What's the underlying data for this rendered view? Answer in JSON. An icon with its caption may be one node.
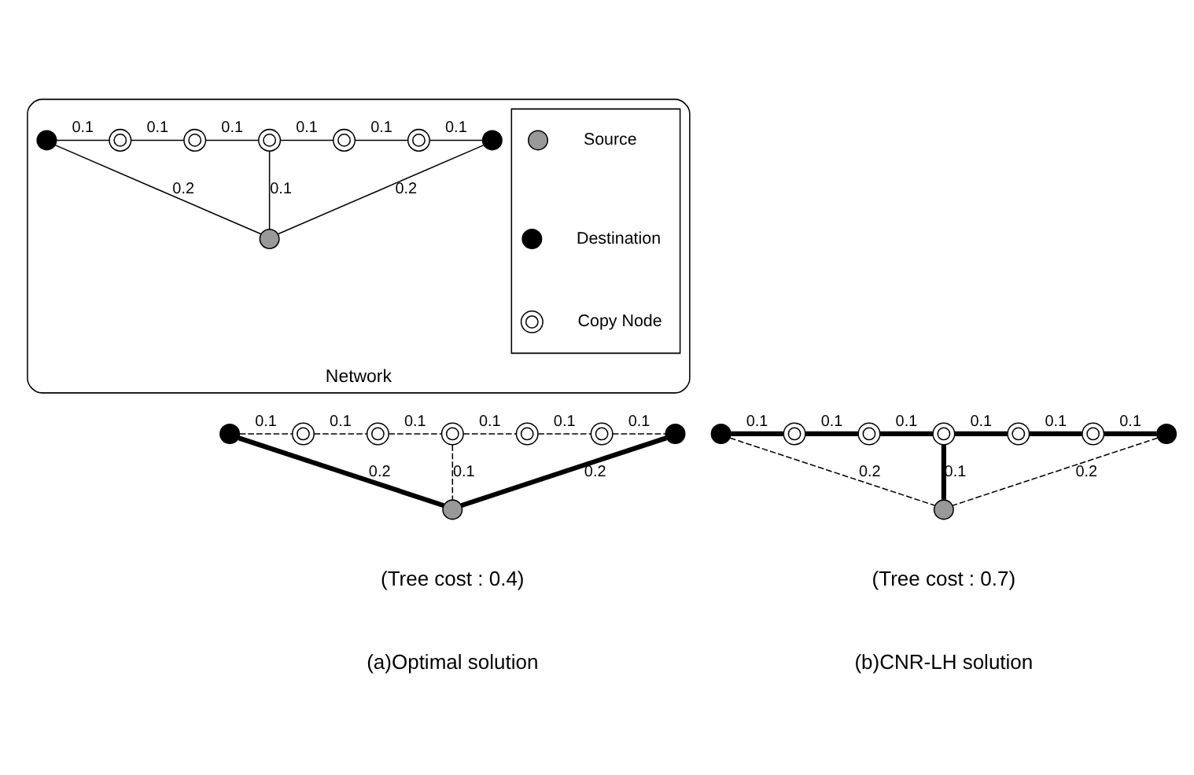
{
  "diagram": {
    "nodes": [
      {
        "text": [
          "Network"
        ]
      },
      {
        "text": [],
        "shape": "circle",
        "in": 0
      },
      {
        "text": [],
        "shape": "circle",
        "in": 0
      },
      {
        "text": [],
        "shape": "circle",
        "in": 0
      },
      {
        "text": [],
        "shape": "circle",
        "in": 0
      },
      {
        "text": [],
        "shape": "circle",
        "in": 0
      },
      {
        "text": [],
        "shape": "circle",
        "in": 0
      },
      {
        "text": [],
        "shape": "circle",
        "in": 0
      },
      {
        "text": [],
        "shape": "circle",
        "in": 0
      },
      {
        "text": [],
        "shape": "circle"
      },
      {
        "text": [],
        "shape": "circle"
      },
      {
        "text": [],
        "shape": "circle"
      },
      {
        "text": [],
        "shape": "circle"
      },
      {
        "text": [],
        "shape": "circle"
      },
      {
        "text": [],
        "shape": "circle"
      },
      {
        "text": [],
        "shape": "circle"
      },
      {
        "text": [],
        "shape": "circle"
      },
      {
        "text": [],
        "shape": "circle"
      },
      {
        "text": [],
        "shape": "circle"
      },
      {
        "text": [],
        "shape": "circle"
      },
      {
        "text": [],
        "shape": "circle"
      },
      {
        "text": [],
        "shape": "circle"
      },
      {
        "text": [],
        "shape": "circle"
      },
      {
        "text": [],
        "shape": "circle"
      },
      {
        "text": [],
        "shape": "circle"
      },
      {
        "text": [],
        "shape": "box",
        "in": 0
      },
      {
        "text": [],
        "shape": "circle",
        "in": 25
      },
      {
        "text": [],
        "shape": "circle",
        "in": 25
      },
      {
        "text": [],
        "shape": "circle",
        "in": 25
      }
    ],
    "edges": [
      {
        "from": 1,
        "to": 2,
        "arrow": "none",
        "label": "0.1"
      },
      {
        "from": 2,
        "to": 3,
        "arrow": "none",
        "label": "0.1"
      },
      {
        "from": 3,
        "to": 4,
        "arrow": "none",
        "label": "0.1"
      },
      {
        "from": 4,
        "to": 5,
        "arrow": "none",
        "label": "0.1"
      },
      {
        "from": 5,
        "to": 6,
        "arrow": "none",
        "label": "0.1"
      },
      {
        "from": 6,
        "to": 7,
        "arrow": "none",
        "label": "0.1"
      },
      {
        "from": 4,
        "to": 8,
        "arrow": "none",
        "label": "0.1"
      },
      {
        "from": 1,
        "to": 8,
        "arrow": "none",
        "label": "0.2"
      },
      {
        "from": 7,
        "to": 8,
        "arrow": "none",
        "label": "0.2"
      },
      {
        "from": 9,
        "to": 10,
        "arrow": "none",
        "label": "0.1",
        "style": "dashed"
      },
      {
        "from": 10,
        "to": 11,
        "arrow": "none",
        "label": "0.1",
        "style": "dashed"
      },
      {
        "from": 11,
        "to": 12,
        "arrow": "none",
        "label": "0.1",
        "style": "dashed"
      },
      {
        "from": 12,
        "to": 13,
        "arrow": "none",
        "label": "0.1",
        "style": "dashed"
      },
      {
        "from": 13,
        "to": 14,
        "arrow": "none",
        "label": "0.1",
        "style": "dashed"
      },
      {
        "from": 14,
        "to": 15,
        "arrow": "none",
        "label": "0.1",
        "style": "dashed"
      },
      {
        "from": 12,
        "to": 16,
        "arrow": "none",
        "label": "0.1",
        "style": "dashed"
      },
      {
        "from": 9,
        "to": 16,
        "arrow": "none",
        "label": "0.2",
        "style": "thick"
      },
      {
        "from": 15,
        "to": 16,
        "arrow": "none",
        "label": "0.2",
        "style": "thick"
      },
      {
        "from": 17,
        "to": 18,
        "arrow": "none",
        "label": "0.1",
        "style": "thick"
      },
      {
        "from": 18,
        "to": 19,
        "arrow": "none",
        "label": "0.1",
        "style": "thick"
      },
      {
        "from": 19,
        "to": 20,
        "arrow": "none",
        "label": "0.1",
        "style": "thick"
      },
      {
        "from": 20,
        "to": 21,
        "arrow": "none",
        "label": "0.1",
        "style": "thick"
      },
      {
        "from": 21,
        "to": 22,
        "arrow": "none",
        "label": "0.1",
        "style": "thick"
      },
      {
        "from": 22,
        "to": 23,
        "arrow": "none",
        "label": "0.1",
        "style": "thick"
      },
      {
        "from": 20,
        "to": 24,
        "arrow": "none",
        "label": "0.1",
        "style": "thick"
      },
      {
        "from": 17,
        "to": 24,
        "arrow": "none",
        "label": "0.2",
        "style": "dashed"
      },
      {
        "from": 23,
        "to": 24,
        "arrow": "none",
        "label": "0.2",
        "style": "dashed"
      }
    ],
    "labels": [
      "(Tree cost : 0.4)",
      "(Tree cost : 0.7)",
      "(a)Optimal solution",
      "(b)CNR-LH solution"
    ],
    "legend": [
      {
        "text": "Source"
      },
      {
        "text": "Destination"
      },
      {
        "text": "Copy Node"
      }
    ]
  }
}
